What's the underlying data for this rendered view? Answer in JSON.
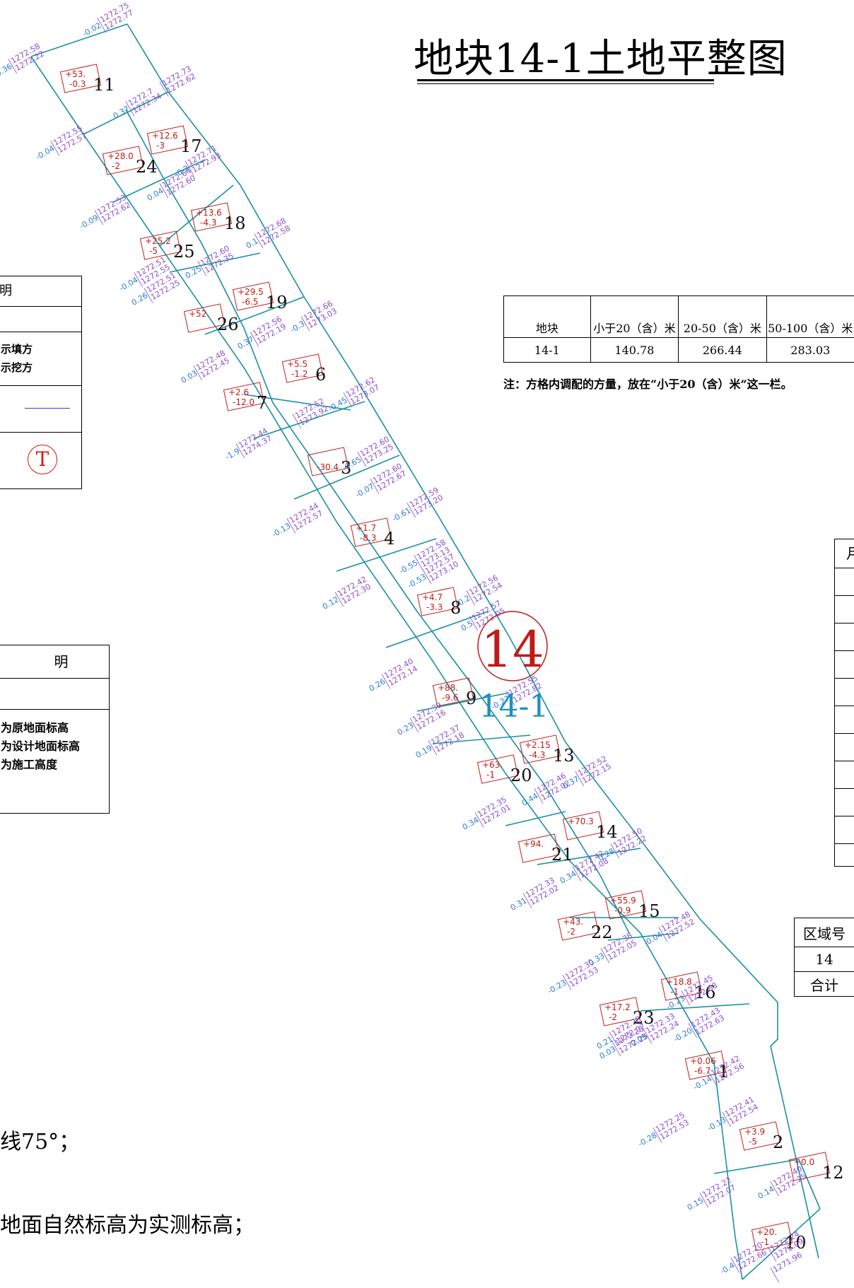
{
  "title": "地块14-1土地平整图",
  "distance_table": {
    "headers": [
      "地块",
      "小于20（含）米",
      "20-50（含）米",
      "50-100（含）米"
    ],
    "row": [
      "14-1",
      "140.78",
      "266.44",
      "283.03"
    ],
    "note": "注：方格内调配的方量，放在“小于20（含）米”这一栏。"
  },
  "legend1": {
    "header": "明",
    "fill_text": "示填方",
    "cut_text": "示挖方",
    "symbol_T": "T"
  },
  "legend2": {
    "header": "明",
    "lines": [
      "为原地面标高",
      "为设计地面标高",
      "为施工高度"
    ]
  },
  "right_table": {
    "header_fragment": "月"
  },
  "zone_table": {
    "header": "区域号",
    "row1": "14",
    "row2": "合计"
  },
  "notes": [
    "线75°；",
    "地面自然标高为实测标高；"
  ],
  "map": {
    "zone_label": "14",
    "block_label": "14-1",
    "cells": [
      {
        "id": "11",
        "fill": "+53.",
        "cut": "-0.3"
      },
      {
        "id": "24",
        "fill": "+28.0",
        "cut": "-2"
      },
      {
        "id": "17",
        "fill": "+12.6",
        "cut": "-3"
      },
      {
        "id": "18",
        "fill": "+13.6",
        "cut": "-4.3"
      },
      {
        "id": "25",
        "fill": "+25.2",
        "cut": "-5"
      },
      {
        "id": "19",
        "fill": "+29.5",
        "cut": "-6.5"
      },
      {
        "id": "26",
        "fill": "+52.",
        "cut": ""
      },
      {
        "id": "6",
        "fill": "+5.5",
        "cut": "-1.2"
      },
      {
        "id": "7",
        "fill": "+2.6",
        "cut": "-12.0"
      },
      {
        "id": "3",
        "fill": "",
        "cut": "-30.4"
      },
      {
        "id": "4",
        "fill": "+1.7",
        "cut": "-8.3"
      },
      {
        "id": "8",
        "fill": "+4.7",
        "cut": "-3.3"
      },
      {
        "id": "9",
        "fill": "+88.",
        "cut": "-9.6"
      },
      {
        "id": "13",
        "fill": "+2.15",
        "cut": "-4.3"
      },
      {
        "id": "20",
        "fill": "+63.",
        "cut": "-1"
      },
      {
        "id": "14",
        "fill": "+70.3",
        "cut": ""
      },
      {
        "id": "21",
        "fill": "+94.",
        "cut": ""
      },
      {
        "id": "15",
        "fill": "+55.9",
        "cut": "-0.9"
      },
      {
        "id": "22",
        "fill": "+43.",
        "cut": "-2"
      },
      {
        "id": "16",
        "fill": "+18.8",
        "cut": "-1"
      },
      {
        "id": "23",
        "fill": "+17.2",
        "cut": "-2"
      },
      {
        "id": "1",
        "fill": "+0.06",
        "cut": "-6.7"
      },
      {
        "id": "2",
        "fill": "+3.9",
        "cut": "-5"
      },
      {
        "id": "12",
        "fill": "+0.0",
        "cut": ""
      },
      {
        "id": "10",
        "fill": "+20.",
        "cut": "-1"
      }
    ],
    "elevations": [
      {
        "h": "-0.02",
        "a": "1272.75",
        "b": "1272.77"
      },
      {
        "h": "0.36",
        "a": "1272.58",
        "b": "1272.22"
      },
      {
        "h": "0.37",
        "a": "1272.7",
        "b": "1272.34"
      },
      {
        "h": "",
        "a": "1272.73",
        "b": "1272.62"
      },
      {
        "h": "-0.04",
        "a": "1272.55",
        "b": "1272.57"
      },
      {
        "h": "0.04",
        "a": "1272.64",
        "b": "1272.60"
      },
      {
        "h": "-0.2",
        "a": "1272.71",
        "b": "1272.93"
      },
      {
        "h": "-0.09",
        "a": "1272.53",
        "b": "1272.62"
      },
      {
        "h": "0.1",
        "a": "1272.68",
        "b": "1272.58"
      },
      {
        "h": "-0.04",
        "a": "1272.51",
        "b": "1272.55"
      },
      {
        "h": "0.25",
        "a": "1272.60",
        "b": "1272.35"
      },
      {
        "h": "0.26",
        "a": "1272.51",
        "b": "1272.25"
      },
      {
        "h": "-0.3",
        "a": "1272.66",
        "b": "1273.03"
      },
      {
        "h": "0.03",
        "a": "1272.48",
        "b": "1272.45"
      },
      {
        "h": "0.37",
        "a": "1272.56",
        "b": "1272.19"
      },
      {
        "h": "-0.45",
        "a": "1272.62",
        "b": "1273.07"
      },
      {
        "h": "-1.9",
        "a": "1272.44",
        "b": "1274.37"
      },
      {
        "h": "",
        "a": "1272.52",
        "b": "1273.92"
      },
      {
        "h": "-0.65",
        "a": "1272.60",
        "b": "1273.25"
      },
      {
        "h": "-0.07",
        "a": "1272.60",
        "b": "1272.67"
      },
      {
        "h": "-0.13",
        "a": "1272.44",
        "b": "1272.57"
      },
      {
        "h": "-0.61",
        "a": "1272.59",
        "b": "1273.20"
      },
      {
        "h": "-0.55",
        "a": "1272.58",
        "b": "1273.13"
      },
      {
        "h": "-0.53",
        "a": "1272.57",
        "b": "1273.10"
      },
      {
        "h": "0.12",
        "a": "1272.42",
        "b": "1272.30"
      },
      {
        "h": "0.2",
        "a": "1272.56",
        "b": "1272.54"
      },
      {
        "h": "0.5",
        "a": "1272.57",
        "b": "1272.05"
      },
      {
        "h": "0.26",
        "a": "1272.40",
        "b": "1272.14"
      },
      {
        "h": "0.23",
        "a": "1272.39",
        "b": "1272.16"
      },
      {
        "h": "-0.27",
        "a": "1272.55",
        "b": "1272.82"
      },
      {
        "h": "0.19",
        "a": "1272.37",
        "b": "1272.18"
      },
      {
        "h": "0.34",
        "a": "1272.35",
        "b": "1272.01"
      },
      {
        "h": "0.44",
        "a": "1272.46",
        "b": "1272.02"
      },
      {
        "h": "0.37",
        "a": "1272.52",
        "b": "1272.15"
      },
      {
        "h": "0.31",
        "a": "1272.33",
        "b": "1272.02"
      },
      {
        "h": "0.34",
        "a": "1272.42",
        "b": "1272.08"
      },
      {
        "h": "0.28",
        "a": "1272.50",
        "b": "1272.22"
      },
      {
        "h": "-0.23",
        "a": "1272.30",
        "b": "1272.53"
      },
      {
        "h": "0.33",
        "a": "1272.38",
        "b": "1272.05"
      },
      {
        "h": "-0.04",
        "a": "1272.48",
        "b": "1272.52"
      },
      {
        "h": "0.21",
        "a": "1272.28",
        "b": "1272.07"
      },
      {
        "h": "0.03",
        "a": "1272.28",
        "b": "1272.25"
      },
      {
        "h": "0.09",
        "a": "1272.33",
        "b": "1272.24"
      },
      {
        "h": "-0.23",
        "a": "1272.45",
        "b": "1272.68"
      },
      {
        "h": "-0.20",
        "a": "1272.43",
        "b": "1272.63"
      },
      {
        "h": "-0.14",
        "a": "1272.42",
        "b": "1272.56"
      },
      {
        "h": "-0.13",
        "a": "1272.41",
        "b": "1272.54"
      },
      {
        "h": "-0.28",
        "a": "1272.25",
        "b": "1272.53"
      },
      {
        "h": "0.15",
        "a": "1272.22",
        "b": "1272.07"
      },
      {
        "h": "0.14",
        "a": "1272.40",
        "b": "1272.25"
      },
      {
        "h": "-0.4",
        "a": "1272.20",
        "b": "1272.66"
      },
      {
        "h": "",
        "a": "1272.24",
        "b": "1272.09"
      },
      {
        "h": "",
        "a": "1271.96",
        "b": ""
      }
    ]
  }
}
